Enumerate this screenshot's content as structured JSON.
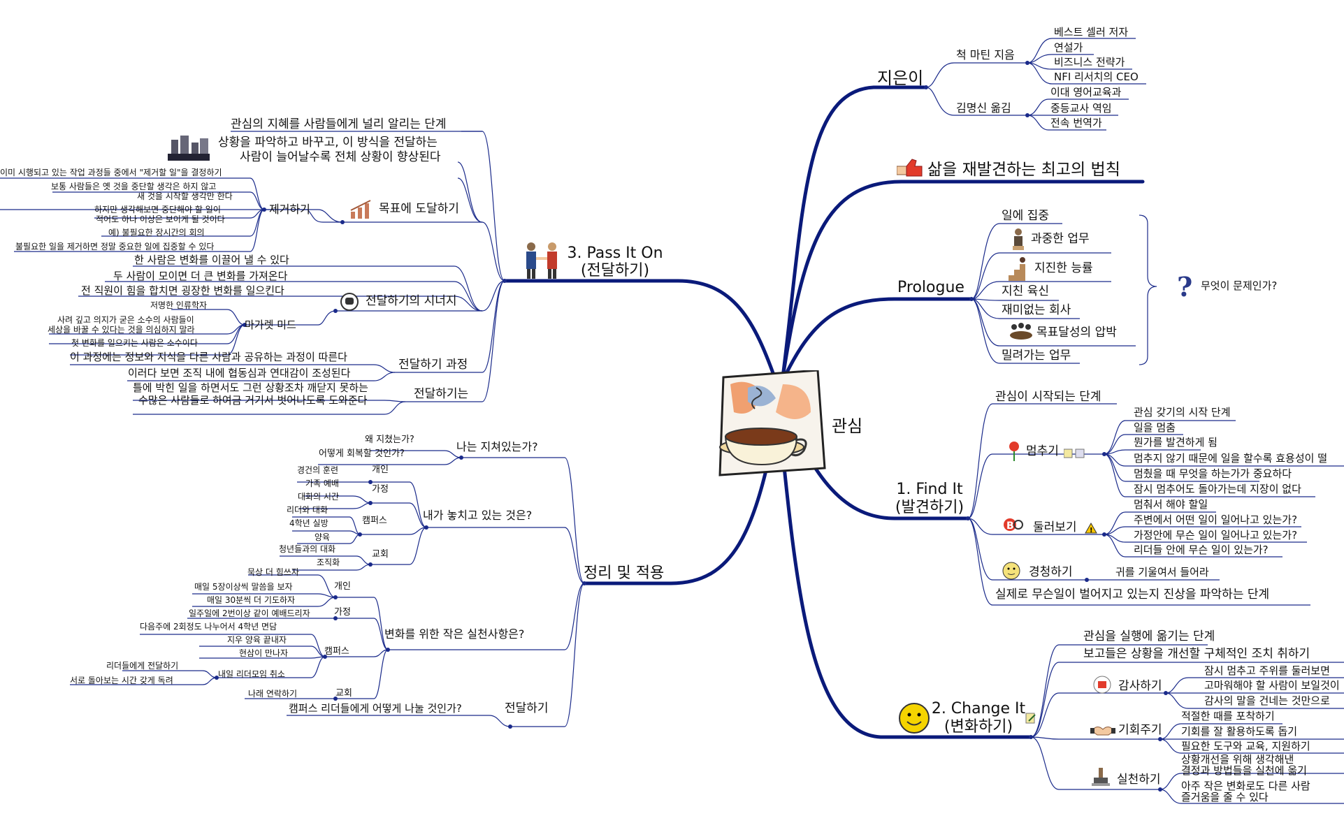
{
  "center": {
    "label": "관심"
  },
  "colors": {
    "main_branch": "#0a1a7a",
    "sub_branch": "#1a2a8a",
    "accent_orange": "#f0a070"
  },
  "right": {
    "author": {
      "label": "지은이",
      "writer": {
        "label": "척 마틴 지음",
        "items": [
          "베스트 셀러 저자",
          "연설가",
          "비즈니스 전략가",
          "NFI 리서치의 CEO"
        ]
      },
      "translator": {
        "label": "김명신 옮김",
        "items": [
          "이대 영어교육과",
          "중등교사 역임",
          "전속 번역가"
        ]
      }
    },
    "law": {
      "label": "삶을 재발견하는 최고의 법칙",
      "icon": "thumbs-up-icon"
    },
    "prologue": {
      "label": "Prologue",
      "items": [
        "일에 집중",
        "과중한 업무",
        "지진한 능률",
        "지친 육신",
        "재미없는 회사",
        "목표달성의 압박",
        "밀려가는 업무"
      ],
      "summary": "무엇이 문제인가?"
    },
    "find": {
      "label_line1": "1. Find It",
      "label_line2": "(발견하기)",
      "start": "관심이 시작되는 단계",
      "stop": {
        "label": "멈추기",
        "items": [
          "관심 갖기의 시작 단계",
          "일을 멈춤",
          "뭔가를 발견하게 됨",
          "멈추지 않기 때문에 일을 할수록 효용성이 떨",
          "멈췄을 때 무엇을 하는가가 중요하다",
          "잠시 멈추어도 돌아가는데 지장이 없다"
        ]
      },
      "look": {
        "label": "둘러보기",
        "items": [
          "멈춰서 해야 할일",
          "주변에서 어떤 일이 일어나고 있는가?",
          "가정안에 무슨 일이 일어나고 있는가?",
          "리더들 안에 무슨 일이 있는가?"
        ]
      },
      "listen": {
        "label": "경청하기",
        "items": [
          "귀를 기울여서 들어라"
        ]
      },
      "end": "실제로 무슨일이 벌어지고 있는지 진상을 파악하는 단계"
    },
    "change": {
      "label_line1": "2. Change It",
      "label_line2": "(변화하기)",
      "items": [
        "관심을 실행에 옮기는 단계",
        "보고들은 상황을 개선할 구체적인 조치 취하기"
      ],
      "thanks": {
        "label": "감사하기",
        "items": [
          "잠시 멈추고 주위를 둘러보면",
          "고마워해야 할 사람이 보일것이",
          "감사의 말을 건네는 것만으로"
        ]
      },
      "chance": {
        "label": "기회주기",
        "items": [
          "적절한 때를 포착하기",
          "기회를 잘 활용하도록 돕기",
          "필요한 도구와 교육, 지원하기"
        ]
      },
      "act": {
        "label": "실천하기",
        "items": [
          "상황개선을 위해 생각해낸",
          "결정과 방법들을 실천에 옮기",
          "아주 작은 변화로도 다른 사람",
          "즐거움을 줄 수 있다"
        ]
      }
    }
  },
  "left": {
    "pass": {
      "label_line1": "3. Pass It On",
      "label_line2": "(전달하기)",
      "intro": [
        "관심의 지혜를 사람들에게 널리 알리는 단계",
        "상황을 파악하고 바꾸고, 이 방식을 전달하는",
        "사람이 늘어날수록 전체 상황이 향상된다"
      ],
      "goal": {
        "label": "목표에 도달하기",
        "remove": {
          "label": "제거하기",
          "items": [
            "이미 시행되고 있는 작업 과정들 중에서 \"제거할 일\"을 결정하기",
            "보통 사람들은 옛 것을 중단할 생각은 하지 않고",
            "새 것을 시작할 생각만 한다",
            "하지만 생각해보면 중단해야 할 일이",
            "적어도 하나 이상은 보이게 될 것이다",
            "예) 불필요한 장시간의 회의",
            "불필요한 일을 제거하면 정말 중요한 일에 집중할 수 있다"
          ]
        }
      },
      "synergy": {
        "label": "전달하기의 시너지",
        "items": [
          "한 사람은 변화를 이끌어 낼 수 있다",
          "두 사람이 모이면 더 큰 변화를 가져온다",
          "전 직원이 힘을 합치면 굉장한 변화를 일으킨다"
        ],
        "margaret": {
          "label": "마가렛 미드",
          "items": [
            "저명한 인류학자",
            "사려 깊고 의지가 굳은 소수의 사람들이",
            "세상을 바꿀 수 있다는 것을 의심하지 말라",
            "첫 변화를 일으키는 사람은 소수이다"
          ]
        }
      },
      "process": {
        "label": "전달하기 과정",
        "items": [
          "이 과정에는 정보와 지식을 다른 사람과 공유하는 과정이 따른다",
          "이러다 보면 조직 내에 협동심과 연대감이 조성된다"
        ]
      },
      "passing": {
        "label": "전달하기는",
        "items": [
          "틀에 박힌 일을 하면서도 그런 상황조차 깨닫지 못하는",
          "수많은 사람들로 하여금 거기서 벗어나도록 도와준다"
        ]
      }
    },
    "apply": {
      "label": "정리 및 적용",
      "tired": {
        "label": "나는 지쳐있는가?",
        "items": [
          "왜 지쳤는가?",
          "어떻게 회복할 것인가?"
        ]
      },
      "missing": {
        "label": "내가 놓치고 있는 것은?",
        "personal": {
          "label": "개인",
          "items": [
            "경건의 훈련"
          ]
        },
        "family": {
          "label": "가정",
          "items": [
            "가족 예배",
            "대화의 시간"
          ]
        },
        "campus": {
          "label": "캠퍼스",
          "items": [
            "리더와 대화",
            "4학년 실방",
            "양육"
          ]
        },
        "church": {
          "label": "교회",
          "items": [
            "청년들과의 대화",
            "조직화"
          ]
        }
      },
      "practice": {
        "label": "변화를 위한 작은 실천사항은?",
        "personal": {
          "label": "개인",
          "items": [
            "묵상 더 힘쓰자",
            "매일 5장이상씩 말씀을 보자",
            "매일 30분씩 더 기도하자"
          ]
        },
        "family": {
          "label": "가정",
          "items": [
            "일주일에 2번이상 같이 예배드리자"
          ]
        },
        "campus": {
          "label": "캠퍼스",
          "items": [
            "다음주에 2회정도 나누어서 4학년 면담",
            "지우 양육 끝내자",
            "현삼이 만나자"
          ],
          "leader": {
            "label": "내일 리더모임 취소",
            "items": [
              "리더들에게 전달하기",
              "서로 돌아보는 시간 갖게 독려"
            ]
          }
        },
        "church": {
          "label": "교회",
          "items": [
            "나래 연락하기"
          ]
        }
      },
      "deliver": {
        "label": "전달하기",
        "items": [
          "캠퍼스 리더들에게 어떻게 나눌 것인가?"
        ]
      }
    }
  }
}
